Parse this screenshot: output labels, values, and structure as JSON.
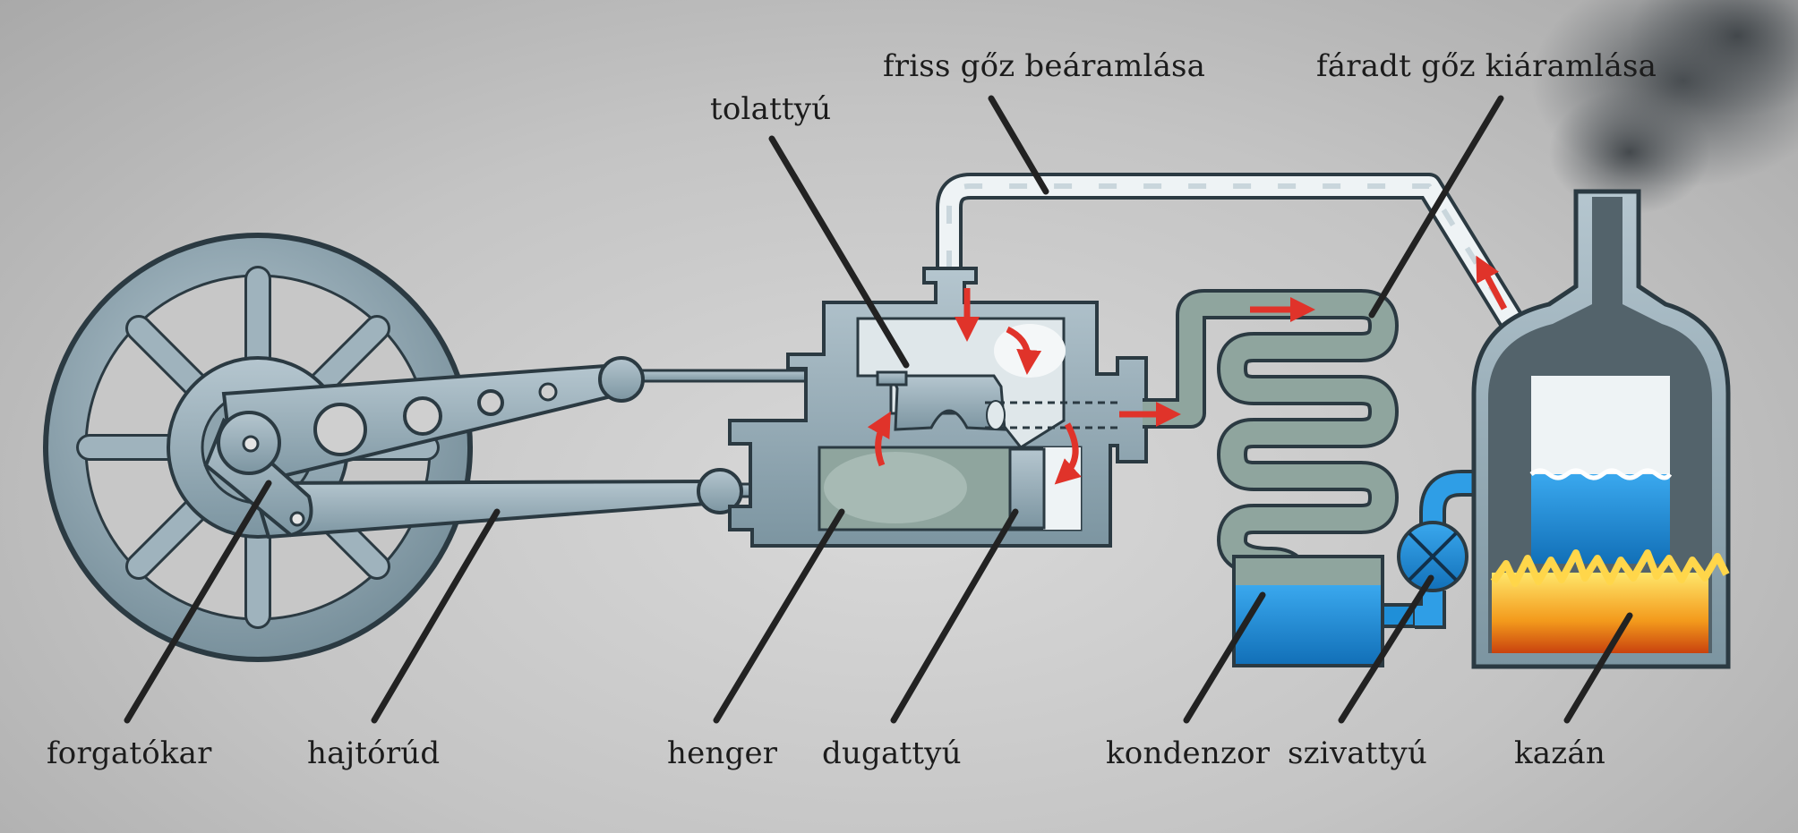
{
  "labels": {
    "friss_goz": "friss gőz beáramlása",
    "faradt_goz": "fáradt gőz kiáramlása",
    "tolattyu": "tolattyú",
    "forgatokar": "forgatókar",
    "hajtorud": "hajtórúd",
    "henger": "henger",
    "dugattyu": "dugattyú",
    "kondenzor": "kondenzor",
    "szivattyu": "szivattyú",
    "kazan": "kazán"
  },
  "colors": {
    "metal": "#8fa8b4",
    "metal_dark": "#2b3a42",
    "steam": "#eef3f5",
    "spent_steam": "#8fa59e",
    "water": "#1f8fd8",
    "fire": "#f5a020",
    "arrow": "#e0332a",
    "leader": "#222222"
  }
}
